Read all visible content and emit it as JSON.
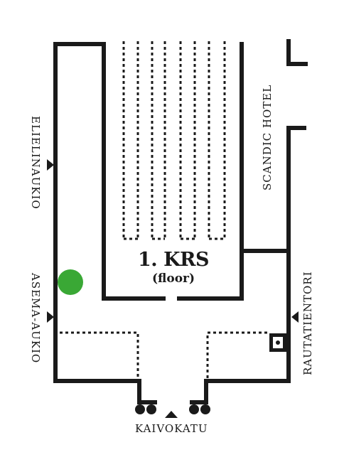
{
  "colors": {
    "wall": "#1a1a1a",
    "marker": "#3aa835",
    "background": "#ffffff"
  },
  "labels": {
    "floor_number": "1. KRS",
    "floor_subtitle": "(floor)",
    "west_upper": "ELIELINAUKIO",
    "west_lower": "ASEMA-AUKIO",
    "east_upper": "SCANDIC HOTEL",
    "east_lower": "RAUTATIENTORI",
    "south": "KAIVOKATU"
  },
  "icons": {
    "entrance": "triangle-arrow-icon",
    "location_marker": "green-dot-icon",
    "elevator": "elevator-icon",
    "bollard": "bollard-icon"
  }
}
